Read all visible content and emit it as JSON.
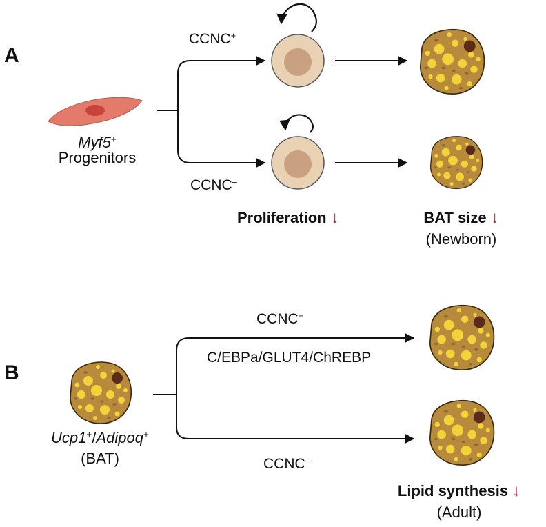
{
  "panel_a": {
    "letter": "A",
    "progenitor_gene": "Myf5",
    "progenitor_sup": "+",
    "progenitor_word": "Progenitors",
    "branch_top": "CCNC",
    "branch_top_sup": "+",
    "branch_bottom": "CCNC",
    "branch_bottom_sup": "–",
    "proliferation_label": "Proliferation",
    "bat_size_label": "BAT size",
    "bat_size_note": "(Newborn)",
    "down_arrow": "↓"
  },
  "panel_b": {
    "letter": "B",
    "gene1": "Ucp1",
    "gene1_sup": "+",
    "separator": "/",
    "gene2": "Adipoq",
    "gene2_sup": "+",
    "tissue": "(BAT)",
    "branch_top": "CCNC",
    "branch_top_sup": "+",
    "pathway": "C/EBPa/GLUT4/ChREBP",
    "branch_bottom": "CCNC",
    "branch_bottom_sup": "–",
    "lipid_label": "Lipid synthesis",
    "lipid_note": "(Adult)",
    "down_arrow": "↓"
  },
  "colors": {
    "arrow": "#111111",
    "down_arrow": "#d11a1a",
    "progenitor_fill": "#e47a6a",
    "progenitor_nucleus": "#c8443a",
    "cell_fill": "#e9d2b4",
    "cell_nucleus": "#c9a080",
    "adipocyte_fill": "#b88a3c",
    "lipid_droplet": "#f2d33a",
    "mito": "#8a6a3a",
    "adipocyte_nucleus": "#5a2a1a"
  },
  "icons": [
    "progenitor-cell-icon",
    "proliferating-cell-icon",
    "self-renewal-arrow-icon",
    "brown-adipocyte-icon",
    "down-arrow-icon"
  ]
}
